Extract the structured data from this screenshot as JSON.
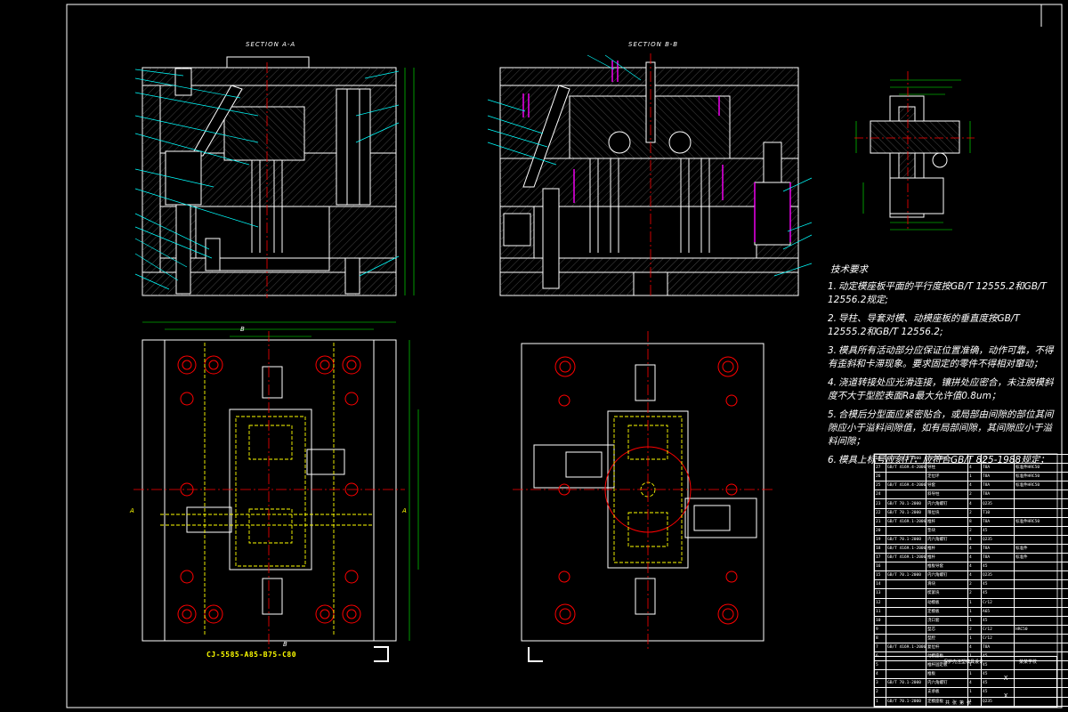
{
  "views": {
    "section_aa": "SECTION A-A",
    "section_bb": "SECTION B-B",
    "cut_a": "A",
    "cut_b": "B"
  },
  "part_code": "CJ-5585-A85-B75-C80",
  "notes": {
    "title": "技术要求",
    "items": [
      {
        "num": "1.",
        "text": "动定模座板平面的平行度按GB/T 12555.2和GB/T 12556.2规定;"
      },
      {
        "num": "2.",
        "text": "导柱、导套对模、动模座板的垂直度按GB/T 12555.2和GB/T 12556.2;"
      },
      {
        "num": "3.",
        "text": "模具所有活动部分应保证位置准确，动作可靠，不得有歪斜和卡滞现象。要求固定的零件不得相对窜动；"
      },
      {
        "num": "4.",
        "text": "浇道转接处应光滑连接，镶拼处应密合，未注脱模斜度不大于型腔表面Ra最大允许值0.8um；"
      },
      {
        "num": "5.",
        "text": "合模后分型面应紧密贴合，或局部由间隙的部位其间隙应小于溢料间隙值，如有局部间隙，其间隙应小于溢料间隙；"
      },
      {
        "num": "6.",
        "text": "模具上标号应刻打，应符合GB/T 825-1988规定；"
      }
    ]
  },
  "bom": [
    [
      "28",
      "GB/T 70.1-2000",
      "内六角螺钉",
      "4",
      "45",
      ""
    ],
    [
      "27",
      "GB/T 4169.4-2006",
      "导柱",
      "4",
      "T8A",
      "标准件HRC50"
    ],
    [
      "26",
      "",
      "定位环",
      "1",
      "T8A",
      "标准件HRC50"
    ],
    [
      "25",
      "GB/T 4169.4-2006",
      "导套",
      "4",
      "T8A",
      "标准件HRC50"
    ],
    [
      "24",
      "",
      "斜导柱",
      "2",
      "T8A",
      ""
    ],
    [
      "23",
      "GB/T 70.1-2000",
      "内六角螺钉",
      "4",
      "Q235",
      ""
    ],
    [
      "22",
      "GB/T 70.1-2000",
      "限位块",
      "2",
      "T10",
      ""
    ],
    [
      "21",
      "GB/T 4169.1-2006",
      "推杆",
      "8",
      "T8A",
      "标准件HRC50"
    ],
    [
      "20",
      "",
      "垫块",
      "2",
      "45",
      ""
    ],
    [
      "19",
      "GB/T 70.1-2000",
      "内六角螺钉",
      "4",
      "Q235",
      ""
    ],
    [
      "18",
      "GB/T 4169.1-2006",
      "推杆",
      "4",
      "T8A",
      "标准件"
    ],
    [
      "17",
      "GB/T 4169.1-2006",
      "推杆",
      "4",
      "T8A",
      "标准件"
    ],
    [
      "16",
      "",
      "推板导套",
      "4",
      "45",
      ""
    ],
    [
      "15",
      "GB/T 70.1-2000",
      "内六角螺钉",
      "4",
      "Q235",
      ""
    ],
    [
      "14",
      "",
      "滑块",
      "2",
      "45",
      ""
    ],
    [
      "13",
      "",
      "楔紧块",
      "2",
      "45",
      ""
    ],
    [
      "12",
      "",
      "动模板",
      "1",
      "Cr12",
      ""
    ],
    [
      "11",
      "",
      "定模板",
      "1",
      "A65",
      ""
    ],
    [
      "10",
      "",
      "浇口套",
      "1",
      "45",
      ""
    ],
    [
      "9",
      "",
      "型芯",
      "2",
      "Cr12",
      "HRC50"
    ],
    [
      "8",
      "",
      "型腔",
      "1",
      "Cr12",
      ""
    ],
    [
      "7",
      "GB/T 4169.1-2006",
      "复位杆",
      "4",
      "T8A",
      ""
    ],
    [
      "6",
      "",
      "动模座板",
      "1",
      "45",
      ""
    ],
    [
      "5",
      "",
      "推杆固定板",
      "1",
      "45",
      ""
    ],
    [
      "4",
      "",
      "推板",
      "1",
      "45",
      ""
    ],
    [
      "3",
      "GB/T 70.1-2000",
      "内六角螺钉",
      "4",
      "45",
      ""
    ],
    [
      "2",
      "",
      "支承板",
      "1",
      "45",
      ""
    ],
    [
      "1",
      "GB/T 70.1-2000",
      "定模座板",
      "1",
      "Q235",
      ""
    ]
  ],
  "title_block": {
    "name": "保护壳注塑模具设计",
    "company": "某某学校",
    "mark1": "X",
    "mark2": "X",
    "sheet": "共 张 第 张"
  },
  "colors": {
    "background": "#000000",
    "outline": "#ffffff",
    "centerline": "#ff0000",
    "dimension": "#00ff00",
    "hidden": "#ffff00",
    "leader": "#00ffff",
    "hole": "#ff00ff"
  }
}
